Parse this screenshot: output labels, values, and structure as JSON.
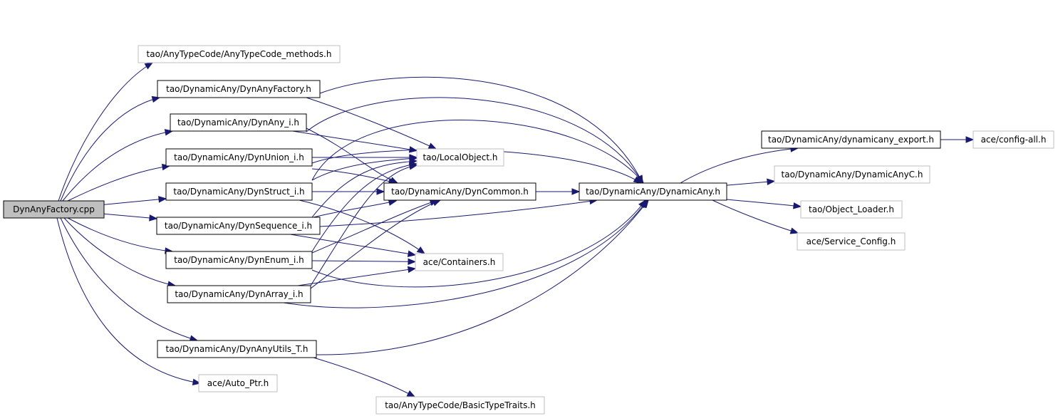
{
  "colors": {
    "edge": "#191970",
    "root_fill": "#bfbfbf",
    "node_border_documented": "#000000",
    "node_border_external": "#bfbfbf",
    "node_fill": "#ffffff"
  },
  "nodes": [
    {
      "id": "root",
      "label": "DynAnyFactory.cpp",
      "kind": "root"
    },
    {
      "id": "anytc_methods",
      "label": "tao/AnyTypeCode/AnyTypeCode_methods.h",
      "kind": "external"
    },
    {
      "id": "dynanyfactory_h",
      "label": "tao/DynamicAny/DynAnyFactory.h",
      "kind": "documented"
    },
    {
      "id": "dynany_i",
      "label": "tao/DynamicAny/DynAny_i.h",
      "kind": "documented"
    },
    {
      "id": "dynunion_i",
      "label": "tao/DynamicAny/DynUnion_i.h",
      "kind": "documented"
    },
    {
      "id": "dynstruct_i",
      "label": "tao/DynamicAny/DynStruct_i.h",
      "kind": "documented"
    },
    {
      "id": "dynsequence_i",
      "label": "tao/DynamicAny/DynSequence_i.h",
      "kind": "documented"
    },
    {
      "id": "dynenum_i",
      "label": "tao/DynamicAny/DynEnum_i.h",
      "kind": "documented"
    },
    {
      "id": "dynarray_i",
      "label": "tao/DynamicAny/DynArray_i.h",
      "kind": "documented"
    },
    {
      "id": "dynanyutils_t",
      "label": "tao/DynamicAny/DynAnyUtils_T.h",
      "kind": "documented"
    },
    {
      "id": "auto_ptr",
      "label": "ace/Auto_Ptr.h",
      "kind": "external"
    },
    {
      "id": "localobject",
      "label": "tao/LocalObject.h",
      "kind": "external"
    },
    {
      "id": "dyncommon",
      "label": "tao/DynamicAny/DynCommon.h",
      "kind": "documented"
    },
    {
      "id": "containers",
      "label": "ace/Containers.h",
      "kind": "external"
    },
    {
      "id": "basictypetraits",
      "label": "tao/AnyTypeCode/BasicTypeTraits.h",
      "kind": "external"
    },
    {
      "id": "dynamicany_h",
      "label": "tao/DynamicAny/DynamicAny.h",
      "kind": "documented"
    },
    {
      "id": "dynamicany_export",
      "label": "tao/DynamicAny/dynamicany_export.h",
      "kind": "documented"
    },
    {
      "id": "config_all",
      "label": "ace/config-all.h",
      "kind": "external"
    },
    {
      "id": "dynamicanyc",
      "label": "tao/DynamicAny/DynamicAnyC.h",
      "kind": "external"
    },
    {
      "id": "object_loader",
      "label": "tao/Object_Loader.h",
      "kind": "external"
    },
    {
      "id": "service_config",
      "label": "ace/Service_Config.h",
      "kind": "external"
    }
  ],
  "edges": [
    {
      "from": "root",
      "to": "anytc_methods"
    },
    {
      "from": "root",
      "to": "dynanyfactory_h"
    },
    {
      "from": "root",
      "to": "dynany_i"
    },
    {
      "from": "root",
      "to": "dynunion_i"
    },
    {
      "from": "root",
      "to": "dynstruct_i"
    },
    {
      "from": "root",
      "to": "dynsequence_i"
    },
    {
      "from": "root",
      "to": "dynenum_i"
    },
    {
      "from": "root",
      "to": "dynarray_i"
    },
    {
      "from": "root",
      "to": "dynanyutils_t"
    },
    {
      "from": "root",
      "to": "auto_ptr"
    },
    {
      "from": "dynanyfactory_h",
      "to": "dynamicany_h"
    },
    {
      "from": "dynanyfactory_h",
      "to": "localobject"
    },
    {
      "from": "dynany_i",
      "to": "localobject"
    },
    {
      "from": "dynany_i",
      "to": "dyncommon"
    },
    {
      "from": "dynany_i",
      "to": "dynamicany_h"
    },
    {
      "from": "dynunion_i",
      "to": "localobject"
    },
    {
      "from": "dynunion_i",
      "to": "dyncommon"
    },
    {
      "from": "dynunion_i",
      "to": "dynamicany_h"
    },
    {
      "from": "dynstruct_i",
      "to": "localobject"
    },
    {
      "from": "dynstruct_i",
      "to": "dyncommon"
    },
    {
      "from": "dynstruct_i",
      "to": "containers"
    },
    {
      "from": "dynstruct_i",
      "to": "dynamicany_h"
    },
    {
      "from": "dynsequence_i",
      "to": "localobject"
    },
    {
      "from": "dynsequence_i",
      "to": "dyncommon"
    },
    {
      "from": "dynsequence_i",
      "to": "containers"
    },
    {
      "from": "dynsequence_i",
      "to": "dynamicany_h"
    },
    {
      "from": "dynenum_i",
      "to": "localobject"
    },
    {
      "from": "dynenum_i",
      "to": "dyncommon"
    },
    {
      "from": "dynenum_i",
      "to": "containers"
    },
    {
      "from": "dynenum_i",
      "to": "dynamicany_h"
    },
    {
      "from": "dynarray_i",
      "to": "localobject"
    },
    {
      "from": "dynarray_i",
      "to": "dyncommon"
    },
    {
      "from": "dynarray_i",
      "to": "containers"
    },
    {
      "from": "dynarray_i",
      "to": "dynamicany_h"
    },
    {
      "from": "dynanyutils_t",
      "to": "basictypetraits"
    },
    {
      "from": "dynanyutils_t",
      "to": "dynamicany_h"
    },
    {
      "from": "dyncommon",
      "to": "dynamicany_h"
    },
    {
      "from": "dynamicany_h",
      "to": "dynamicany_export"
    },
    {
      "from": "dynamicany_h",
      "to": "dynamicanyc"
    },
    {
      "from": "dynamicany_h",
      "to": "object_loader"
    },
    {
      "from": "dynamicany_h",
      "to": "service_config"
    },
    {
      "from": "dynamicany_export",
      "to": "config_all"
    }
  ]
}
